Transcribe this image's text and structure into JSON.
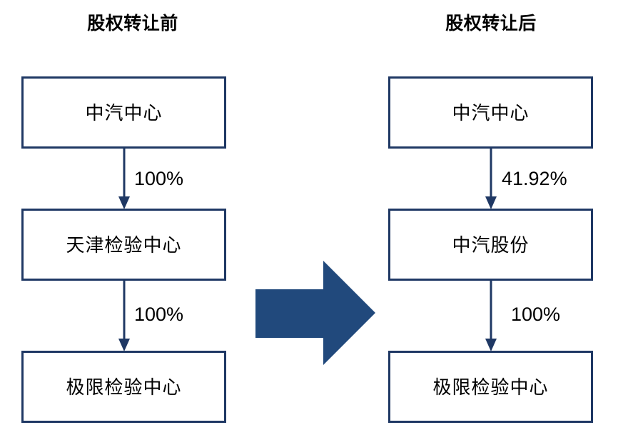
{
  "diagram": {
    "type": "ownership-structure-before-after",
    "colors": {
      "box_border": "#1F3864",
      "connector": "#1F3864",
      "transition_arrow_fill": "#21497C",
      "text": "#000000",
      "background": "#FFFFFF"
    },
    "columns": [
      {
        "id": "before",
        "title": "股权转让前",
        "nodes": [
          {
            "id": "l1",
            "label": "中汽中心"
          },
          {
            "id": "l2",
            "label": "天津检验中心"
          },
          {
            "id": "l3",
            "label": "极限检验中心"
          }
        ],
        "edges": [
          {
            "id": "l-edge-1",
            "from": "中汽中心",
            "to": "天津检验中心",
            "label": "100%"
          },
          {
            "id": "l-edge-2",
            "from": "天津检验中心",
            "to": "极限检验中心",
            "label": "100%"
          }
        ]
      },
      {
        "id": "after",
        "title": "股权转让后",
        "nodes": [
          {
            "id": "r1",
            "label": "中汽中心"
          },
          {
            "id": "r2",
            "label": "中汽股份"
          },
          {
            "id": "r3",
            "label": "极限检验中心"
          }
        ],
        "edges": [
          {
            "id": "r-edge-1",
            "from": "中汽中心",
            "to": "中汽股份",
            "label": "41.92%"
          },
          {
            "id": "r-edge-2",
            "from": "中汽股份",
            "to": "极限检验中心",
            "label": "100%"
          }
        ]
      }
    ],
    "transition": {
      "icon": "right-arrow-icon",
      "direction": "right"
    }
  }
}
